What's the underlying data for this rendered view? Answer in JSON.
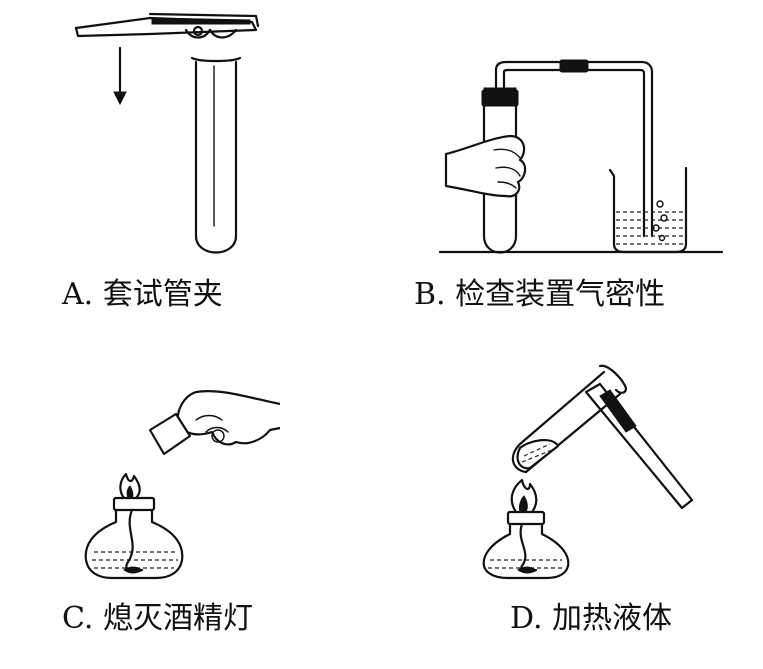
{
  "panels": [
    {
      "id": "A",
      "caption": "A. 套试管夹"
    },
    {
      "id": "B",
      "caption": "B. 检查装置气密性"
    },
    {
      "id": "C",
      "caption": "C. 熄灭酒精灯"
    },
    {
      "id": "D",
      "caption": "D. 加热液体"
    }
  ]
}
